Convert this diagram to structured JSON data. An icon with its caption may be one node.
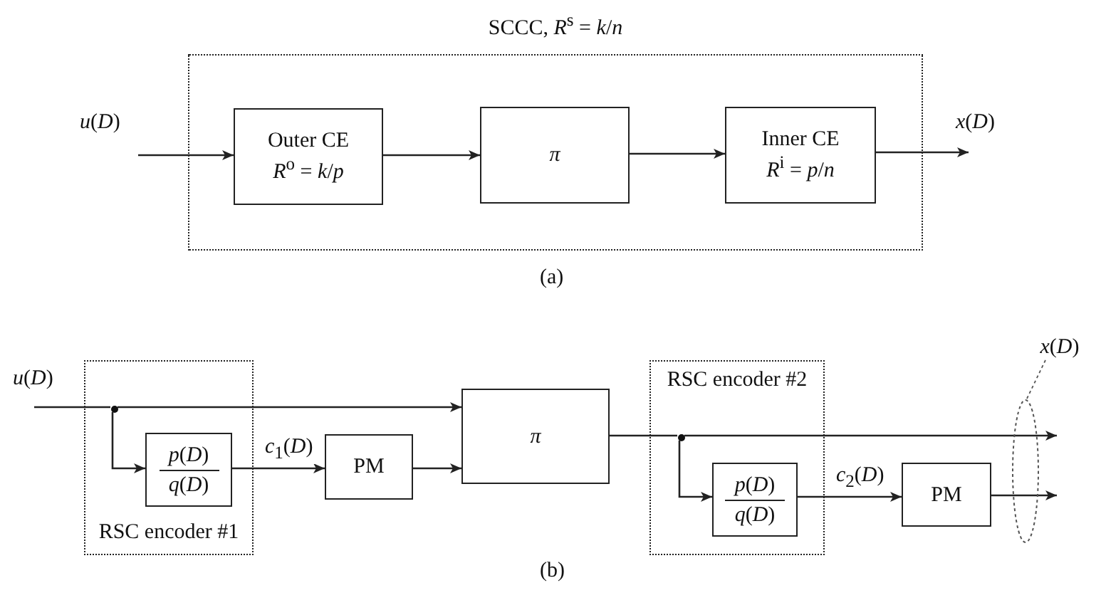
{
  "diagram": {
    "nodes": [
      {
        "text": [
          "SCCC, *R*$^{s}$ = *k*/*n*"
        ]
      },
      {
        "text": [
          "Outer CE",
          "*R*$^{o}$ = *k*/*p*"
        ],
        "in": 0
      },
      {
        "text": [
          "*π*"
        ],
        "in": 0
      },
      {
        "text": [
          "Inner CE",
          "*R*$^{i}$ = *p*/*n*"
        ],
        "in": 0
      },
      {
        "text": [
          "RSC encoder #1"
        ]
      },
      {
        "text": [],
        "shape": "circle",
        "in": 4
      },
      {
        "text": [
          "*p*(*D*)",
          "*q*(*D*)"
        ],
        "in": 4
      },
      {
        "text": [
          "PM"
        ]
      },
      {
        "text": [
          "*π*"
        ]
      },
      {
        "text": [
          "RSC encoder #2"
        ]
      },
      {
        "text": [],
        "shape": "circle",
        "in": 9
      },
      {
        "text": [
          "*p*(*D*)",
          "*q*(*D*)"
        ],
        "in": 9
      },
      {
        "text": [
          "PM"
        ]
      },
      {
        "text": [
          "*x*(*D*)"
        ]
      },
      {
        "text": [],
        "shape": "ellipse"
      }
    ],
    "edges": [
      {
        "from": null,
        "to": 1,
        "arrow": "to",
        "label": "*u*(*D*)"
      },
      {
        "from": 1,
        "to": 2,
        "arrow": "to"
      },
      {
        "from": 2,
        "to": 3,
        "arrow": "to"
      },
      {
        "from": 3,
        "to": null,
        "arrow": "to",
        "label": "*x*(*D*)"
      },
      {
        "from": null,
        "to": 5,
        "arrow": "none",
        "label": "*u*(*D*)"
      },
      {
        "from": 5,
        "to": 8,
        "arrow": "to"
      },
      {
        "from": 5,
        "to": 6,
        "arrow": "to"
      },
      {
        "from": 6,
        "to": 7,
        "arrow": "to",
        "label": "*c*$_{1}$(*D*)"
      },
      {
        "from": 7,
        "to": 8,
        "arrow": "to"
      },
      {
        "from": 8,
        "to": 10,
        "arrow": "none"
      },
      {
        "from": 10,
        "to": 14,
        "arrow": "to"
      },
      {
        "from": 10,
        "to": 11,
        "arrow": "to"
      },
      {
        "from": 11,
        "to": 12,
        "arrow": "to",
        "label": "*c*$_{2}$(*D*)"
      },
      {
        "from": 12,
        "to": 14,
        "arrow": "to"
      },
      {
        "from": 13,
        "to": 14,
        "arrow": "none",
        "style": "dashed"
      }
    ],
    "labels": [
      "(a)",
      "(b)"
    ]
  }
}
